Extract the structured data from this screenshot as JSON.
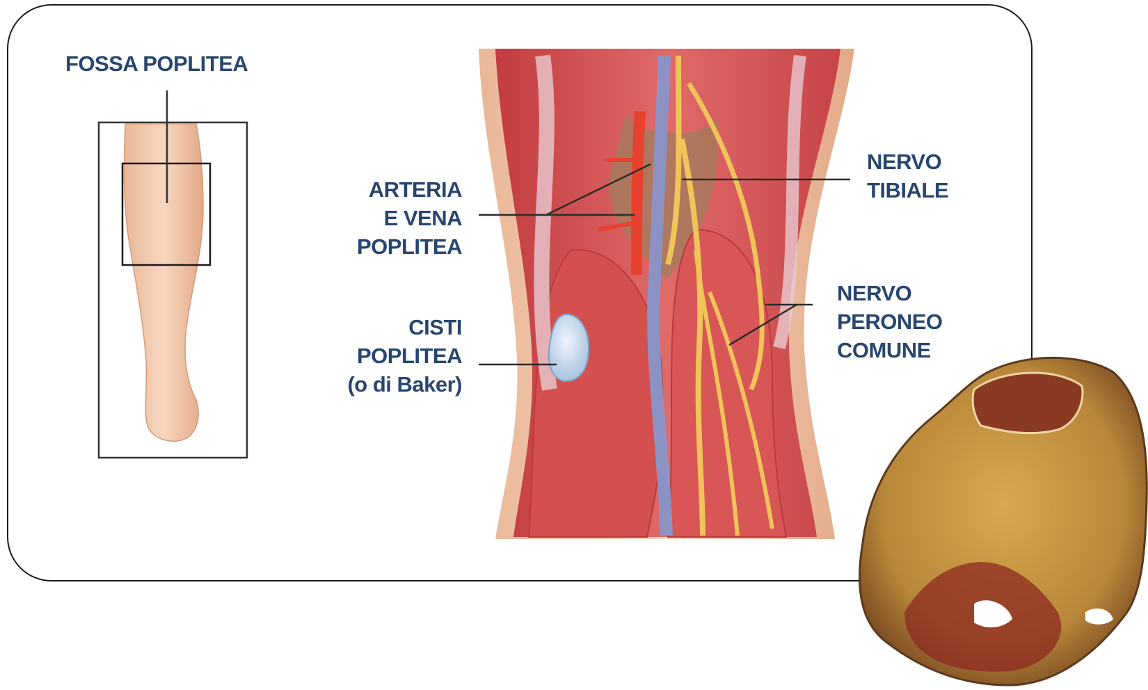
{
  "labels": {
    "fossa_poplitea": "FOSSA POPLITEA",
    "arteria_vena": [
      "ARTERIA",
      "E VENA",
      "POPLITEA"
    ],
    "cisti": [
      "CISTI",
      "POPLITEA",
      "(o di Baker)"
    ],
    "nervo_tibiale": [
      "NERVO",
      "TIBIALE"
    ],
    "nervo_peroneo": [
      "NERVO",
      "PERONEO",
      "COMUNE"
    ]
  },
  "colors": {
    "label_text": "#27456f",
    "muscle": "#d9565a",
    "skin": "#f2c6a7",
    "artery": "#e8412e",
    "vein": "#8c93c4",
    "nerve": "#f0c45a",
    "cyst": "#c9dcef",
    "bone_section": "#b98a3a"
  }
}
